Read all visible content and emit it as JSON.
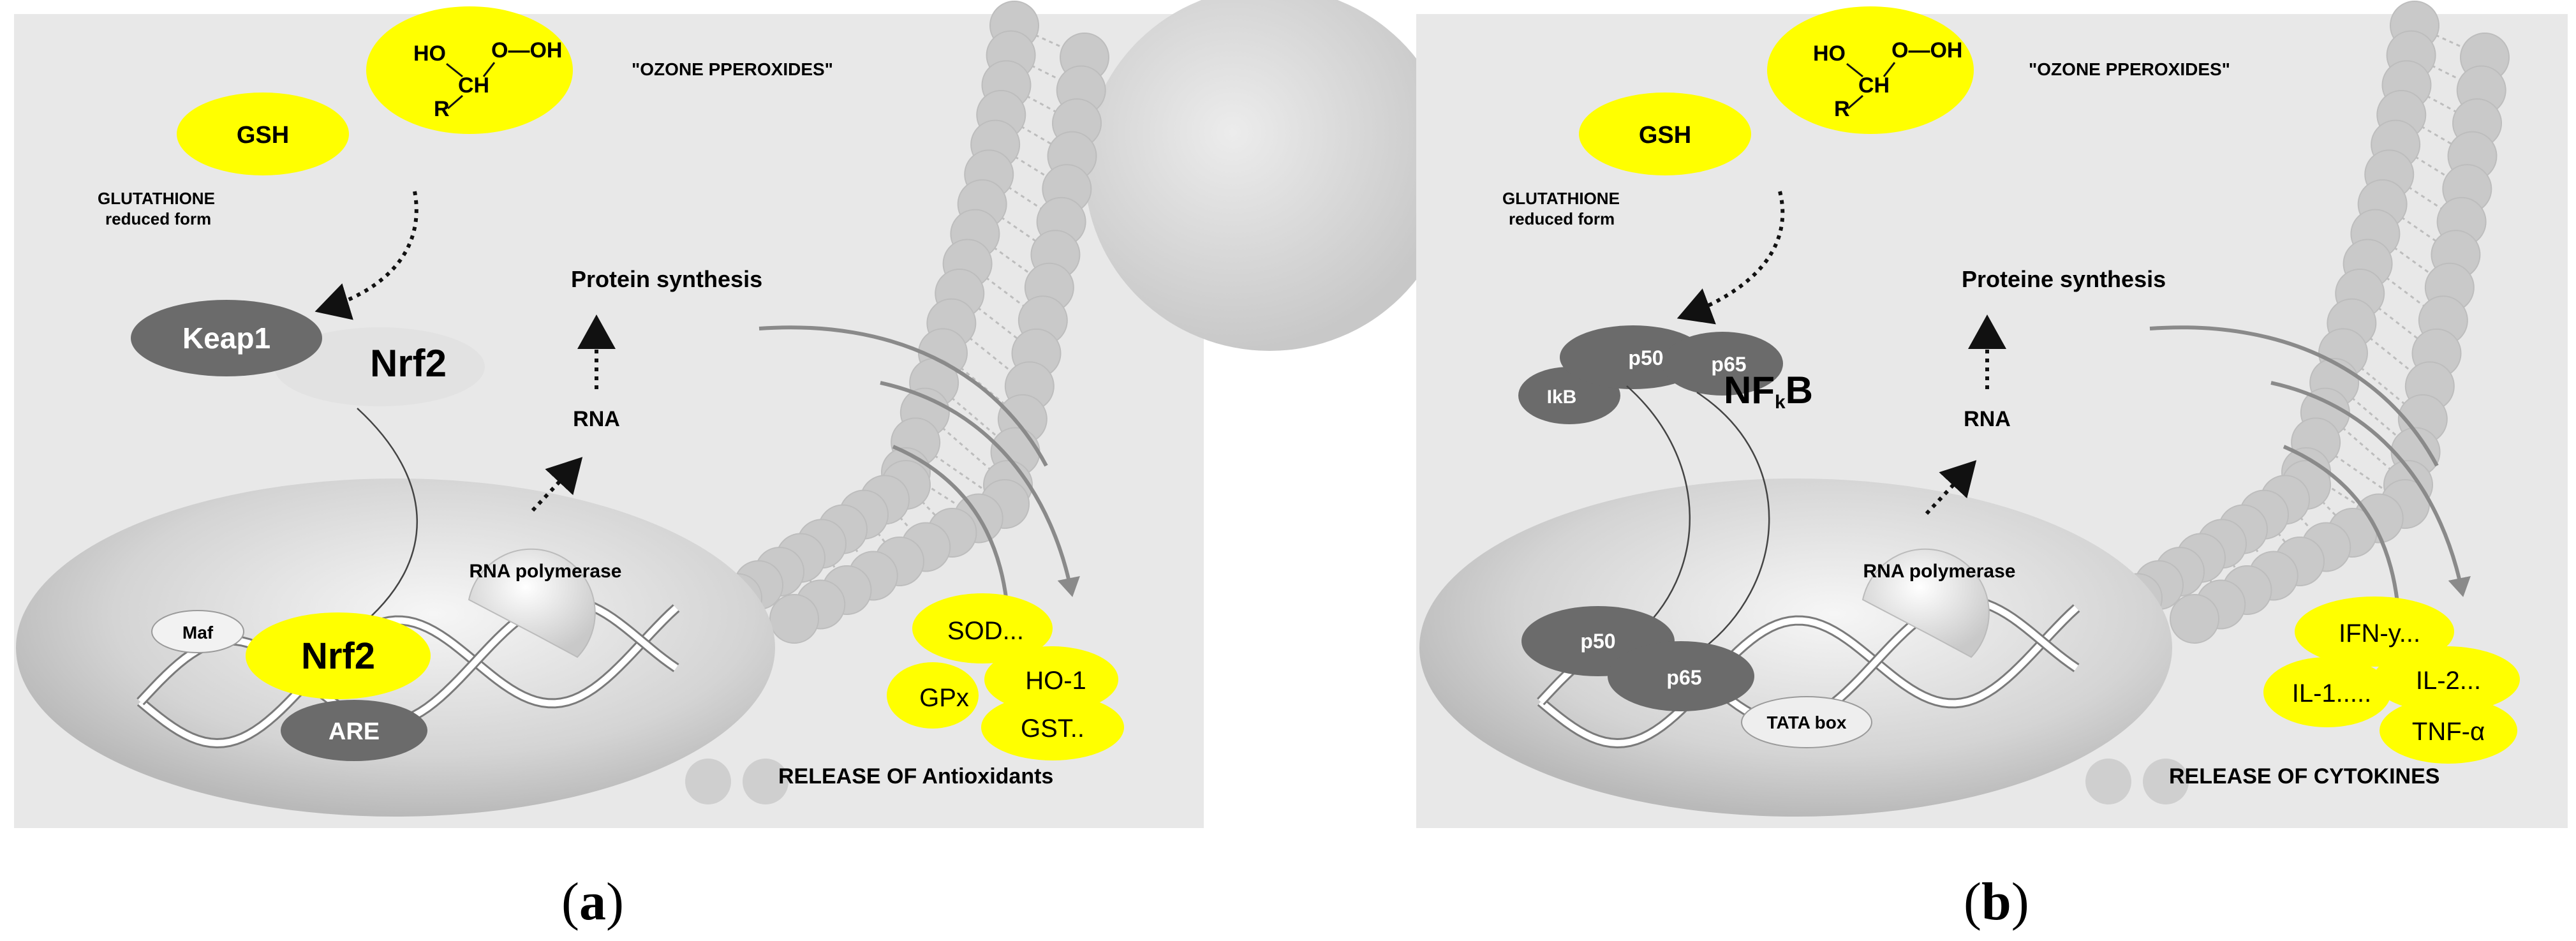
{
  "colors": {
    "panel_bg": "#e8e8e8",
    "yellow": "#ffff00",
    "dark_gray": "#6b6b6b",
    "bead_gray": "#c8c8c8"
  },
  "panel_a": {
    "hydroperoxide": {
      "ho": "HO",
      "oo": "O—OH",
      "r": "R",
      "ch": "CH"
    },
    "ozone_peroxides": "\"OZONE PPEROXIDES\"",
    "gsh": "GSH",
    "glutathione": "GLUTATHIONE",
    "reduced_form": "reduced form",
    "keap1": "Keap1",
    "nrf2_cytoplasm": "Nrf2",
    "protein_synthesis": "Protein synthesis",
    "rna": "RNA",
    "rna_polymerase": "RNA polymerase",
    "maf": "Maf",
    "nrf2_nucleus": "Nrf2",
    "are": "ARE",
    "products": [
      "SOD...",
      "GPx",
      "HO-1",
      "GST.."
    ],
    "release": "RELEASE OF Antioxidants",
    "caption_letter": "a"
  },
  "panel_b": {
    "hydroperoxide": {
      "ho": "HO",
      "oo": "O—OH",
      "r": "R",
      "ch": "CH"
    },
    "ozone_peroxides": "\"OZONE PPEROXIDES\"",
    "gsh": "GSH",
    "glutathione": "GLUTATHIONE",
    "reduced_form": "reduced form",
    "p50": "p50",
    "p65": "p65",
    "ikb": "IkB",
    "nfkb_main": "NF",
    "nfkb_sub": "k",
    "nfkb_end": "B",
    "protein_synthesis": "Proteine synthesis",
    "rna": "RNA",
    "rna_polymerase": "RNA polymerase",
    "p50_nucleus": "p50",
    "p65_nucleus": "p65",
    "tata": "TATA box",
    "products": [
      "IFN-y...",
      "IL-1.....",
      "IL-2...",
      "TNF-α"
    ],
    "release": "RELEASE OF CYTOKINES",
    "caption_letter": "b"
  }
}
